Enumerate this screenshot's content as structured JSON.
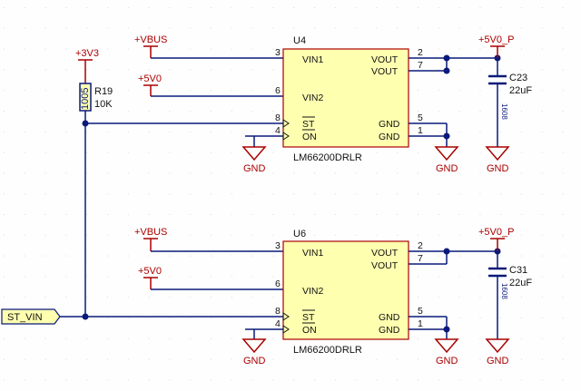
{
  "rails": {
    "r3v3": "+3V3",
    "vbus": "+VBUS",
    "v5": "+5V0",
    "v5p": "+5V0_P",
    "gnd": "GND"
  },
  "resistor": {
    "designator": "R19",
    "value": "10K",
    "footprint": "1005"
  },
  "u4": {
    "designator": "U4",
    "part": "LM66200DRLR",
    "pins": [
      {
        "num": "3",
        "name": "VIN1"
      },
      {
        "num": "6",
        "name": "VIN2"
      },
      {
        "num": "8",
        "name": "ST"
      },
      {
        "num": "4",
        "name": "ON"
      },
      {
        "num": "2",
        "name": "VOUT"
      },
      {
        "num": "7",
        "name": "VOUT"
      },
      {
        "num": "5",
        "name": "GND"
      },
      {
        "num": "1",
        "name": "GND"
      }
    ]
  },
  "u6": {
    "designator": "U6",
    "part": "LM66200DRLR",
    "pins": [
      {
        "num": "3",
        "name": "VIN1"
      },
      {
        "num": "6",
        "name": "VIN2"
      },
      {
        "num": "8",
        "name": "ST"
      },
      {
        "num": "4",
        "name": "ON"
      },
      {
        "num": "2",
        "name": "VOUT"
      },
      {
        "num": "7",
        "name": "VOUT"
      },
      {
        "num": "5",
        "name": "GND"
      },
      {
        "num": "1",
        "name": "GND"
      }
    ]
  },
  "c23": {
    "designator": "C23",
    "value": "22uF",
    "footprint": "1608"
  },
  "c31": {
    "designator": "C31",
    "value": "22uF",
    "footprint": "1608"
  },
  "port": {
    "label": "ST_VIN"
  },
  "colors": {
    "wire": "#0a1a7a",
    "power": "#aa0000",
    "ic_fill": "#ffffb0",
    "ic_stroke": "#aa0000"
  }
}
